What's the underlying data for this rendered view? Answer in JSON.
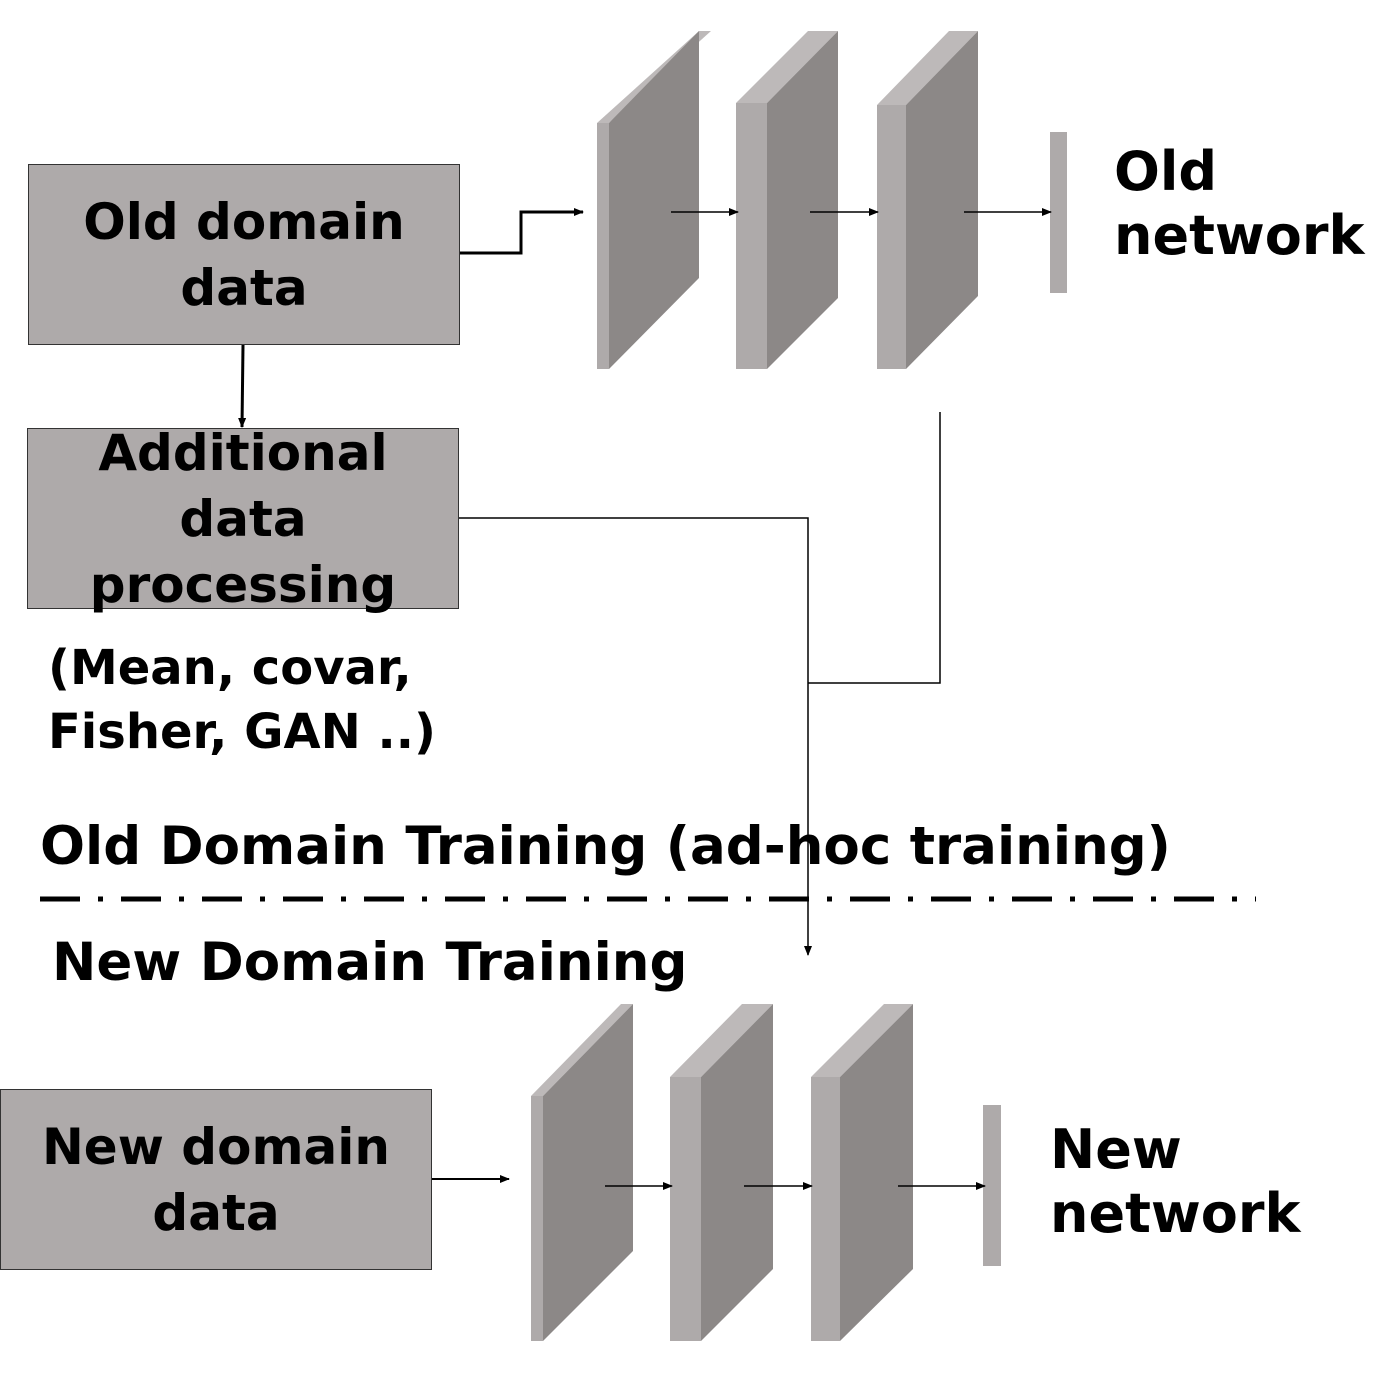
{
  "old_domain_box": {
    "line1": "Old domain",
    "line2": "data"
  },
  "additional_box": {
    "line1": "Additional",
    "line2": "data processing"
  },
  "info_note": {
    "line1": "(Mean, covar,",
    "line2": "Fisher, GAN ..)"
  },
  "old_network": {
    "line1": "Old",
    "line2": "network"
  },
  "section_old": "Old Domain Training (ad-hoc training)",
  "section_new": "New Domain Training",
  "new_domain_box": {
    "line1": "New domain",
    "line2": "data"
  },
  "new_network": {
    "line1": "New",
    "line2": "network"
  },
  "colors": {
    "box_fill": "#aeaaaa",
    "layer_side": "#aeaaaa",
    "layer_front": "#8c8887",
    "layer_top": "#bdb9b9",
    "line": "#000000"
  }
}
